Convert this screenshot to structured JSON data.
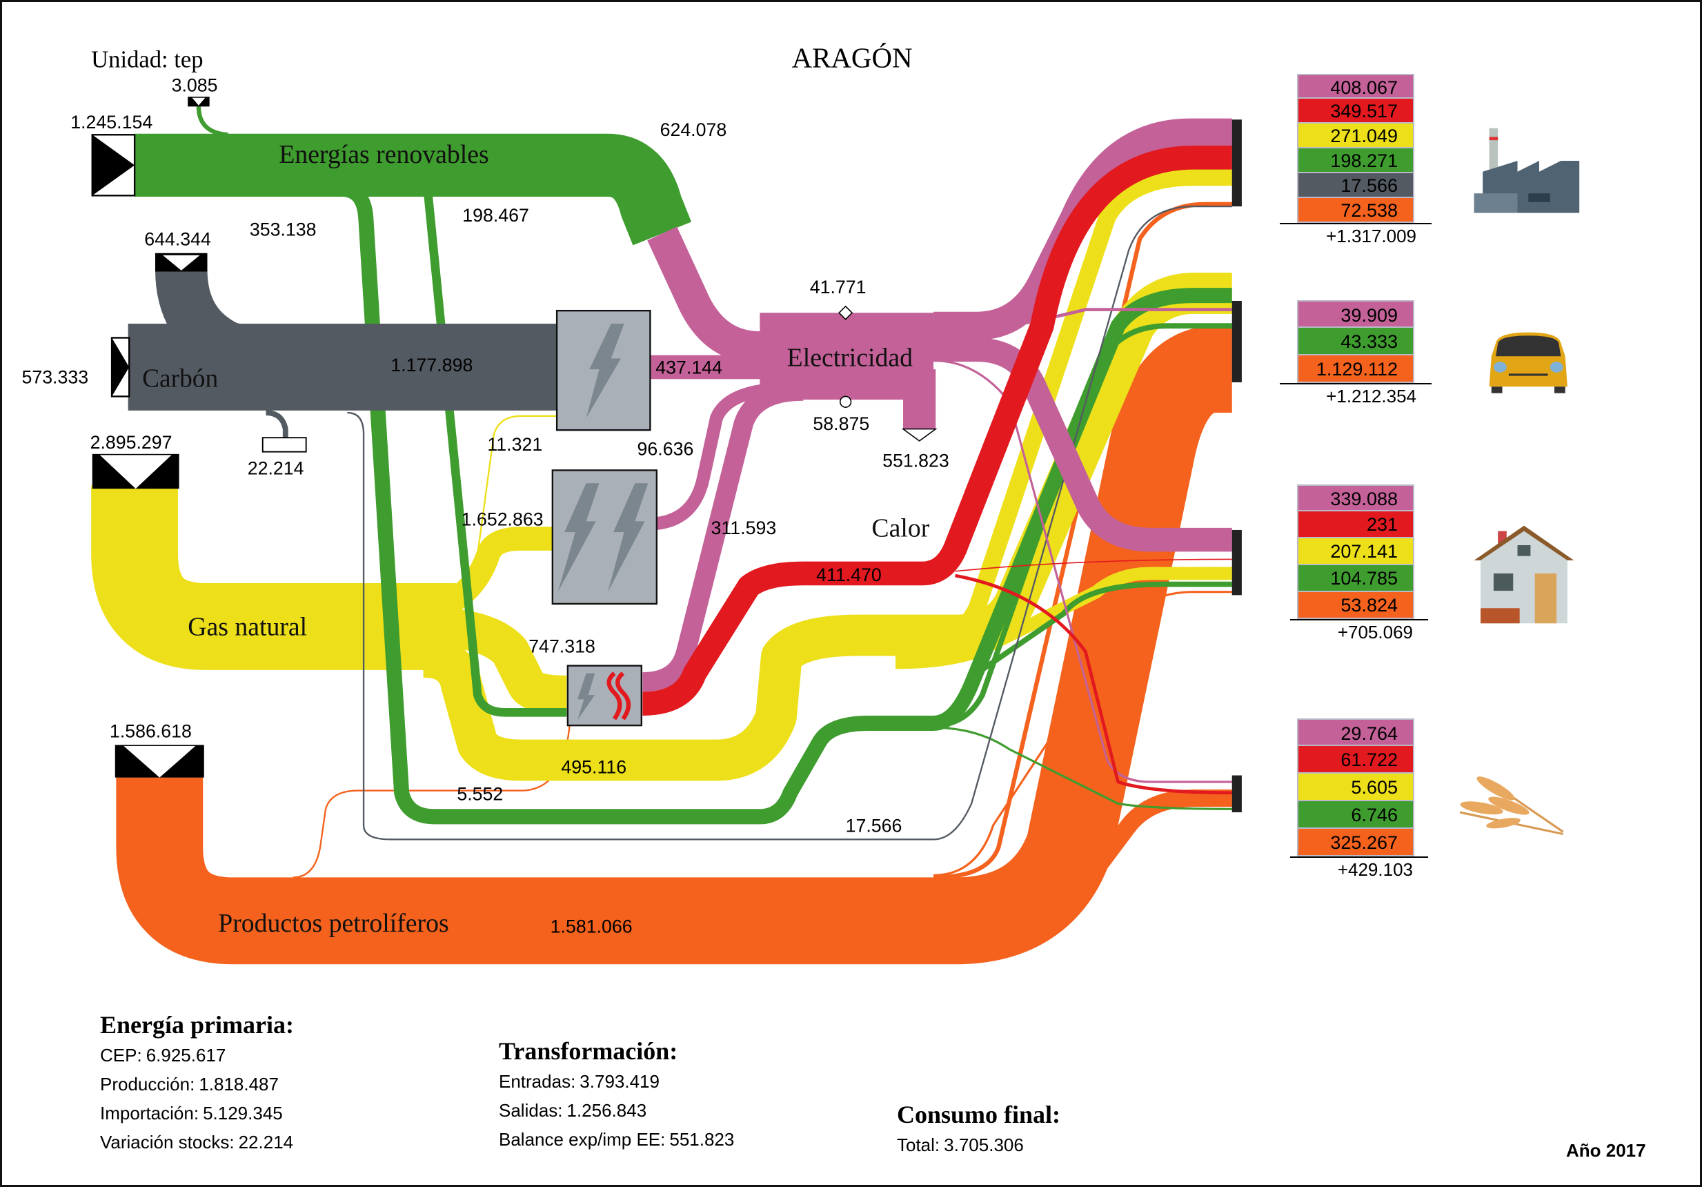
{
  "title": "ARAGÓN",
  "unit_label": "Unidad: tep",
  "year_label": "Año 2017",
  "colors": {
    "renovables": "#3f9c2e",
    "carbon": "#545a62",
    "gas": "#ede01a",
    "petroleo": "#f4621d",
    "electricidad": "#c36198",
    "calor": "#e2191e",
    "node_gray": "#a9b0b8"
  },
  "chart_data": {
    "type": "sankey",
    "unit": "tep",
    "sources": [
      {
        "name": "Energías renovables",
        "production": "1.245.154",
        "import": "3.085"
      },
      {
        "name": "Carbón",
        "production": "573.333",
        "import": "644.344",
        "stock_variation": "22.214"
      },
      {
        "name": "Gas natural",
        "import": "2.895.297"
      },
      {
        "name": "Productos petrolíferos",
        "import": "1.586.618"
      }
    ],
    "flow_labels": {
      "renovables_to_electricidad": "624.078",
      "renovables_to_final_a": "353.138",
      "renovables_to_cogeneracion": "198.467",
      "carbon_to_termica": "1.177.898",
      "termica_to_electricidad": "437.144",
      "gas_to_termica": "11.321",
      "ciclo_to_electricidad": "96.636",
      "gas_to_ciclo": "1.652.863",
      "cogen_to_electricidad": "311.593",
      "gas_to_cogen": "747.318",
      "calor_flow": "411.470",
      "gas_to_final": "495.116",
      "petroleo_to_cogen": "5.552",
      "carbon_to_final": "17.566",
      "petroleo_to_final": "1.581.066",
      "electricidad_losses_top": "41.771",
      "electricidad_losses_bottom": "58.875",
      "electricidad_export": "551.823"
    },
    "nodes": {
      "electricidad": "Electricidad",
      "calor": "Calor",
      "renovables": "Energías renovables",
      "carbon": "Carbón",
      "gas": "Gas natural",
      "petroleo": "Productos petrolíferos"
    },
    "sectors": [
      {
        "name": "industria-icon",
        "values": [
          "408.067",
          "349.517",
          "271.049",
          "198.271",
          "17.566",
          "72.538"
        ],
        "keys": [
          "electricidad",
          "calor",
          "gas",
          "renovables",
          "carbon",
          "petroleo"
        ],
        "total": "+1.317.009"
      },
      {
        "name": "transporte-icon",
        "values": [
          "39.909",
          "43.333",
          "1.129.112"
        ],
        "keys": [
          "electricidad",
          "renovables",
          "petroleo"
        ],
        "total": "+1.212.354"
      },
      {
        "name": "residencial-icon",
        "values": [
          "339.088",
          "231",
          "207.141",
          "104.785",
          "53.824"
        ],
        "keys": [
          "electricidad",
          "calor",
          "gas",
          "renovables",
          "petroleo"
        ],
        "total": "+705.069"
      },
      {
        "name": "agricultura-icon",
        "values": [
          "29.764",
          "61.722",
          "5.605",
          "6.746",
          "325.267"
        ],
        "keys": [
          "electricidad",
          "calor",
          "gas",
          "renovables",
          "petroleo"
        ],
        "total": "+429.103"
      }
    ]
  },
  "summary": {
    "primaria": {
      "title": "Energía primaria:",
      "rows": [
        {
          "label": "CEP:",
          "value": "6.925.617"
        },
        {
          "label": "Producción:",
          "value": "1.818.487"
        },
        {
          "label": "Importación:",
          "value": "5.129.345"
        },
        {
          "label": "Variación stocks:",
          "value": "22.214"
        }
      ]
    },
    "transformacion": {
      "title": "Transformación:",
      "rows": [
        {
          "label": "Entradas:",
          "value": "3.793.419"
        },
        {
          "label": "Salidas:",
          "value": "1.256.843"
        },
        {
          "label": "Balance exp/imp EE:",
          "value": "551.823"
        }
      ]
    },
    "consumo": {
      "title": "Consumo final:",
      "rows": [
        {
          "label": "Total:",
          "value": "3.705.306"
        }
      ]
    }
  }
}
